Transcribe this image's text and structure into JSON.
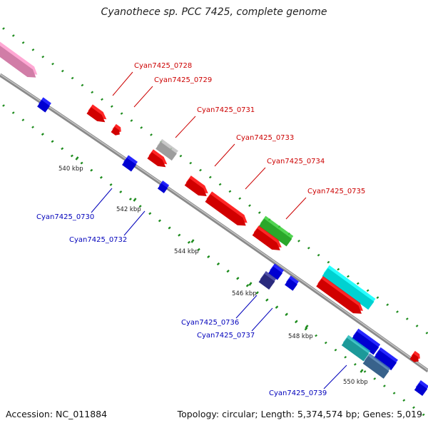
{
  "title": "Cyanothece sp. PCC 7425, complete genome",
  "footer": {
    "accession": "Accession: NC_011884",
    "summary": "Topology: circular; Length: 5,374,574 bp; Genes: 5,019"
  },
  "colors": {
    "backbone": "#8e8e8e",
    "tick": "#1e8c1e",
    "label_forward": "#cc0000",
    "label_reverse": "#0000bb"
  },
  "ruler_labels": [
    "540 kbp",
    "542 kbp",
    "544 kbp",
    "546 kbp",
    "548 kbp",
    "550 kbp"
  ],
  "gene_labels": {
    "forward": [
      "Cyan7425_0728",
      "Cyan7425_0729",
      "Cyan7425_0731",
      "Cyan7425_0733",
      "Cyan7425_0734",
      "Cyan7425_0735"
    ],
    "reverse": [
      "Cyan7425_0730",
      "Cyan7425_0732",
      "Cyan7425_0736",
      "Cyan7425_0737",
      "Cyan7425_0739"
    ]
  },
  "feature_colors": [
    "#ff99cc",
    "#ff0000",
    "#c0c0c0",
    "#33cc33",
    "#00ffff",
    "#0000ff",
    "#333399",
    "#22bbbb",
    "#4477aa"
  ]
}
